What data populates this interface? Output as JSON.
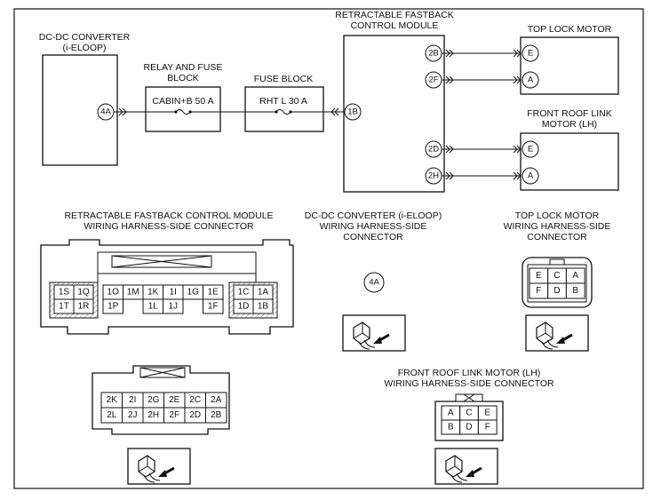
{
  "wiring": {
    "dcdc_title_line1": "DC-DC CONVERTER",
    "dcdc_title_line2": "(i-ELOOP)",
    "dcdc_pin": "4A",
    "relay_title_line1": "RELAY AND FUSE",
    "relay_title_line2": "BLOCK",
    "relay_fuse": "CABIN+B 50 A",
    "fuse_block_title": "FUSE BLOCK",
    "fuse_block_fuse": "RHT L 30 A",
    "module_title_line1": "RETRACTABLE FASTBACK",
    "module_title_line2": "CONTROL MODULE",
    "module_pins": [
      "1B",
      "2B",
      "2F",
      "2D",
      "2H"
    ],
    "top_lock_title": "TOP LOCK MOTOR",
    "top_lock_pins": [
      "E",
      "A"
    ],
    "front_roof_title_line1": "FRONT ROOF LINK",
    "front_roof_title_line2": "MOTOR (LH)",
    "front_roof_pins": [
      "E",
      "A"
    ]
  },
  "connectors": {
    "module": {
      "title_line1": "RETRACTABLE FASTBACK CONTROL MODULE",
      "title_line2": "WIRING HARNESS-SIDE CONNECTOR",
      "left_block": [
        [
          "1S",
          "1Q"
        ],
        [
          "1T",
          "1R"
        ]
      ],
      "center_top": [
        "1O",
        "1M",
        "1K",
        "1I",
        "1G",
        "1E"
      ],
      "center_bottom": [
        "1P",
        "1L",
        "1J",
        "1F"
      ],
      "right_block": [
        [
          "1C",
          "1A"
        ],
        [
          "1D",
          "1B"
        ]
      ],
      "lower_top": [
        "2K",
        "2I",
        "2G",
        "2E",
        "2C",
        "2A"
      ],
      "lower_bottom": [
        "2L",
        "2J",
        "2H",
        "2F",
        "2D",
        "2B"
      ]
    },
    "dcdc": {
      "title_line1": "DC-DC CONVERTER (i-ELOOP)",
      "title_line2": "WIRING HARNESS-SIDE",
      "title_line3": "CONNECTOR",
      "pin": "4A"
    },
    "top_lock": {
      "title_line1": "TOP LOCK MOTOR",
      "title_line2": "WIRING HARNESS-SIDE",
      "title_line3": "CONNECTOR",
      "top_row": [
        "E",
        "C",
        "A"
      ],
      "bottom_row": [
        "F",
        "D",
        "B"
      ]
    },
    "front_roof": {
      "title_line1": "FRONT ROOF LINK MOTOR (LH)",
      "title_line2": "WIRING HARNESS-SIDE CONNECTOR",
      "top_row": [
        "A",
        "C",
        "E"
      ],
      "bottom_row": [
        "B",
        "D",
        "F"
      ]
    }
  }
}
